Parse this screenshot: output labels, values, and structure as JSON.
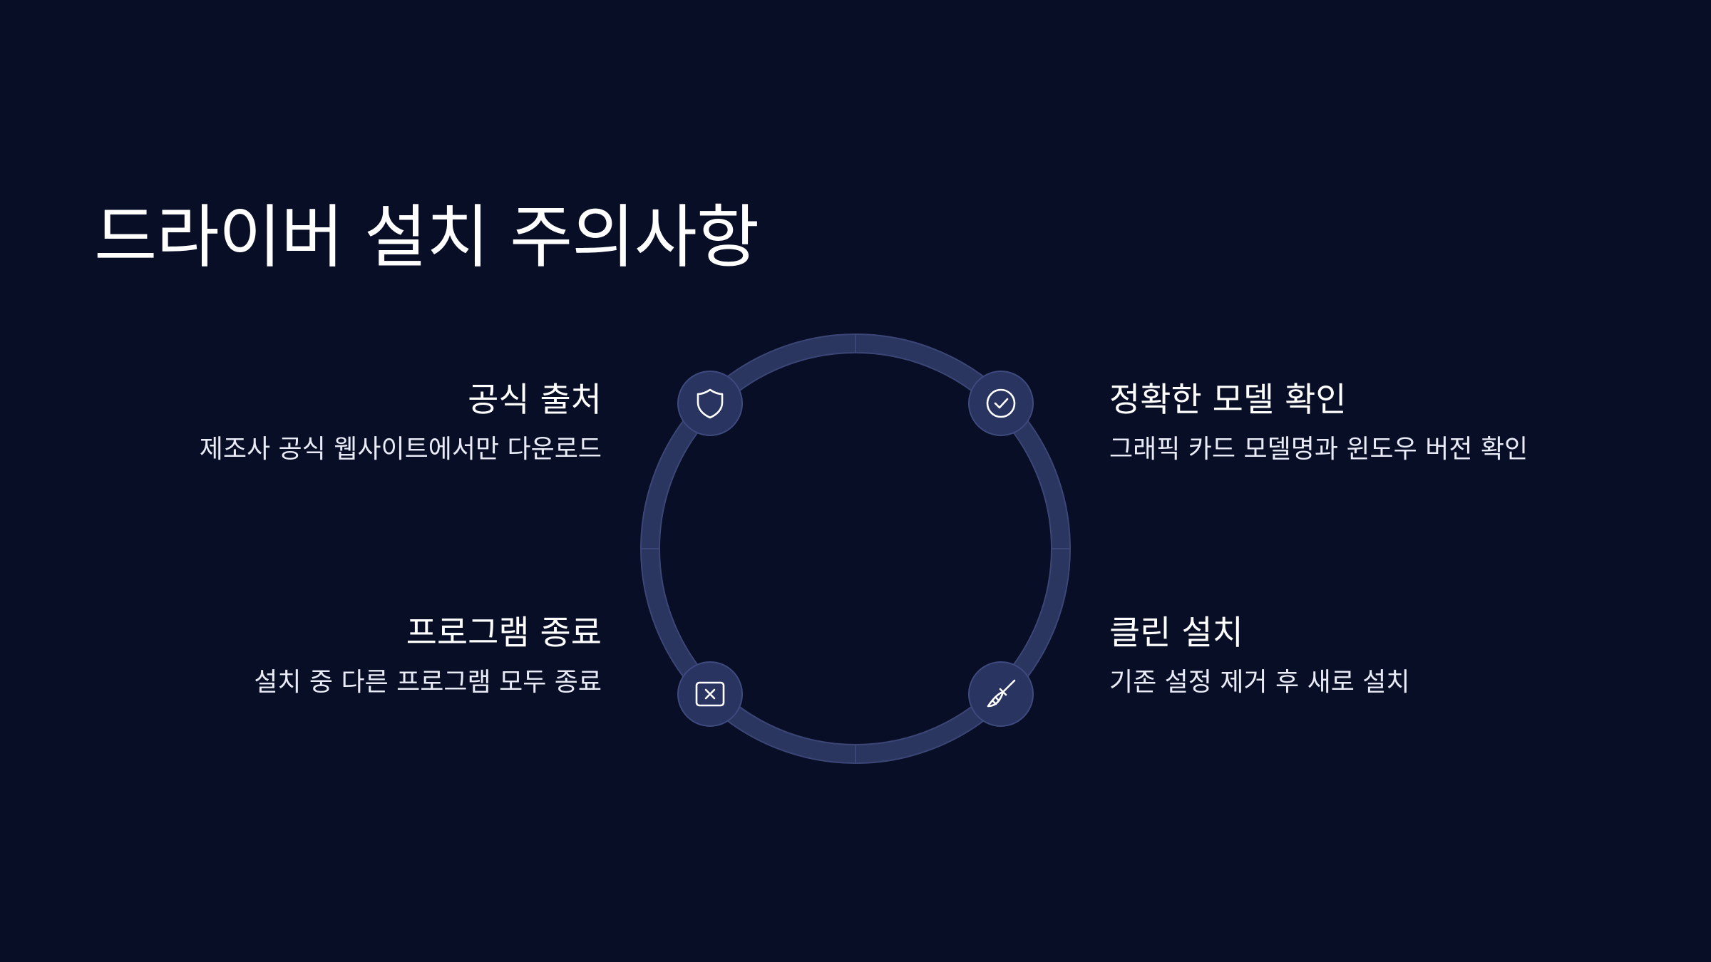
{
  "title": "드라이버 설치 주의사항",
  "colors": {
    "background": "#070e26",
    "ring": "#2b3660",
    "ring_edge": "#3b4676",
    "node_fill": "#2a3460",
    "node_stroke": "#3e4a7e",
    "icon": "#ffffff",
    "text": "#ffffff"
  },
  "items": [
    {
      "title": "공식 출처",
      "description": "제조사 공식 웹사이트에서만 다운로드",
      "icon": "shield-icon"
    },
    {
      "title": "정확한 모델 확인",
      "description": "그래픽 카드 모델명과 윈도우 버전 확인",
      "icon": "check-circle-icon"
    },
    {
      "title": "프로그램 종료",
      "description": "설치 중 다른 프로그램 모두 종료",
      "icon": "close-window-icon"
    },
    {
      "title": "클린 설치",
      "description": "기존 설정 제거 후 새로 설치",
      "icon": "broom-icon"
    }
  ]
}
